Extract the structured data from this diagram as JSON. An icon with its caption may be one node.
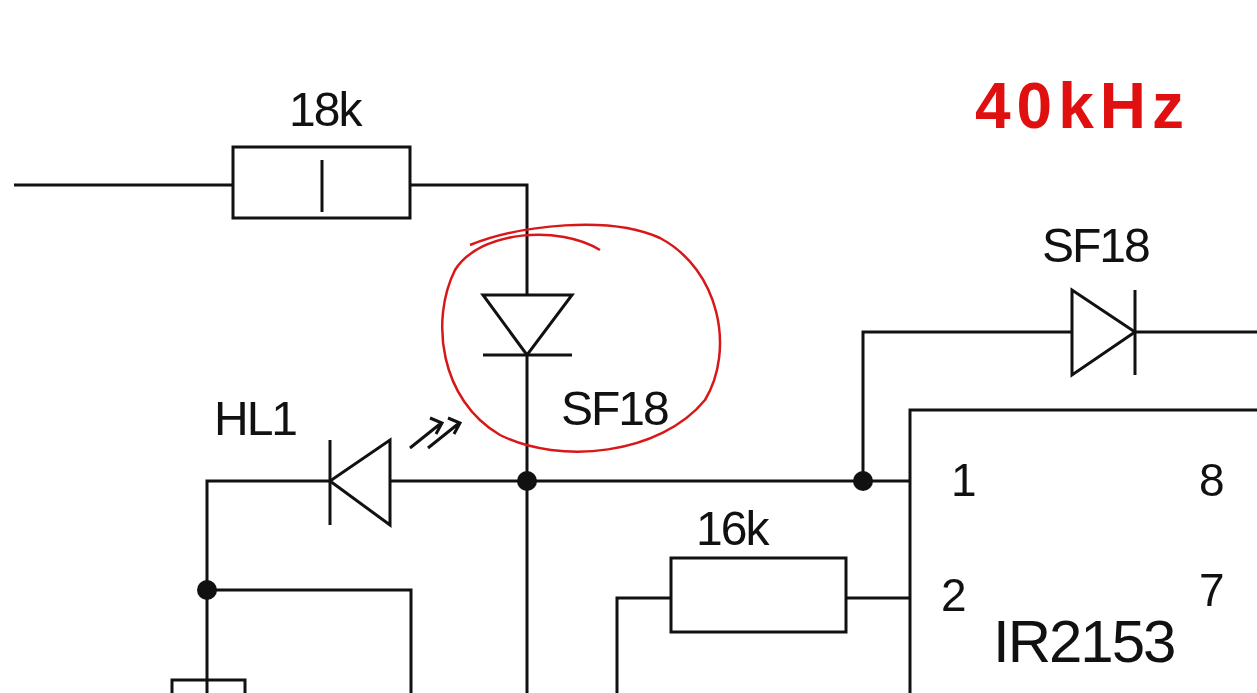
{
  "diagram": {
    "labels": [
      "18k",
      "40kHz",
      "SF18",
      "SF18",
      "HL1",
      "1",
      "8",
      "16k",
      "2",
      "7",
      "IR2153"
    ]
  }
}
